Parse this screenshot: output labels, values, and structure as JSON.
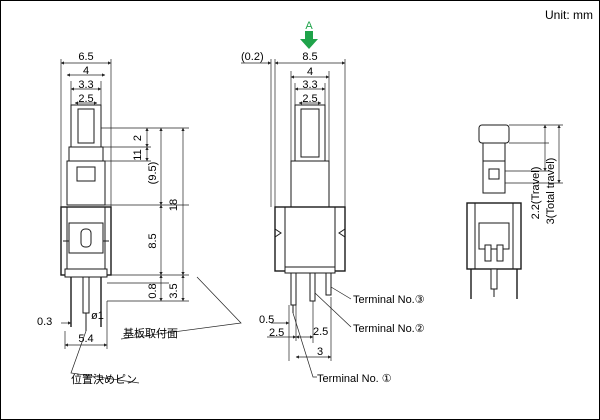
{
  "unit_label": "Unit: mm",
  "view_marker": "A",
  "accent_color": "#1fa34a",
  "left_view": {
    "dims_top": [
      "6.5",
      "4",
      "3.3",
      "2.5"
    ],
    "dims_right": [
      "2",
      "11",
      "(9.5)",
      "18",
      "8.5",
      "0.8",
      "3.5"
    ],
    "dims_bottom": [
      "0.3",
      "ø1",
      "5.4"
    ],
    "note_board": "基板取付面",
    "note_pin": "位置決めピン"
  },
  "center_view": {
    "dims_top": [
      "(0.2)",
      "8.5",
      "4",
      "3.3",
      "2.5"
    ],
    "dims_bottom": [
      "0.5",
      "2.5",
      "2.5",
      "3"
    ],
    "terminal_labels": [
      "Terminal No.③",
      "Terminal No.②",
      "Terminal No. ①"
    ]
  },
  "right_view": {
    "dims": [
      "2.2(Travel)",
      "3(Total travel)"
    ]
  }
}
